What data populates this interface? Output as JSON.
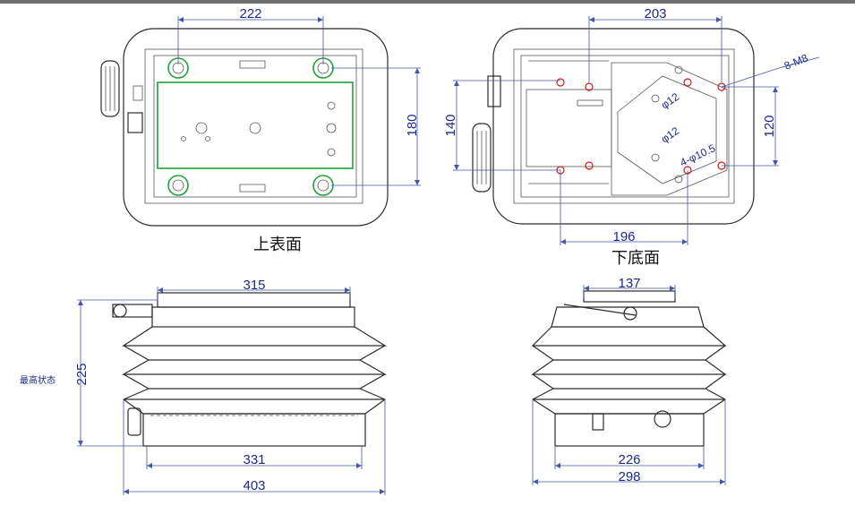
{
  "labels": {
    "top_view_caption": "上表面",
    "bottom_view_caption": "下底面",
    "max_state_note": "最高状态"
  },
  "dimensions": {
    "top_width": "222",
    "top_height": "180",
    "bottom_top_width": "203",
    "bottom_left_height": "140",
    "bottom_right_height": "120",
    "bottom_bottom_width": "196",
    "m8_label": "8-M8",
    "hole12_a": "φ12",
    "hole12_b": "φ12",
    "hole105": "4-φ10.5",
    "front_top_width": "315",
    "front_height": "225",
    "front_base_width": "331",
    "front_overall_width": "403",
    "side_top_width": "137",
    "side_base_width": "226",
    "side_overall_width": "298"
  },
  "colors": {
    "dimension": "#1c2a8c",
    "outline": "#2b2b2b",
    "mount_ring": "#1aa33a",
    "bolt_mark": "#d01818"
  }
}
